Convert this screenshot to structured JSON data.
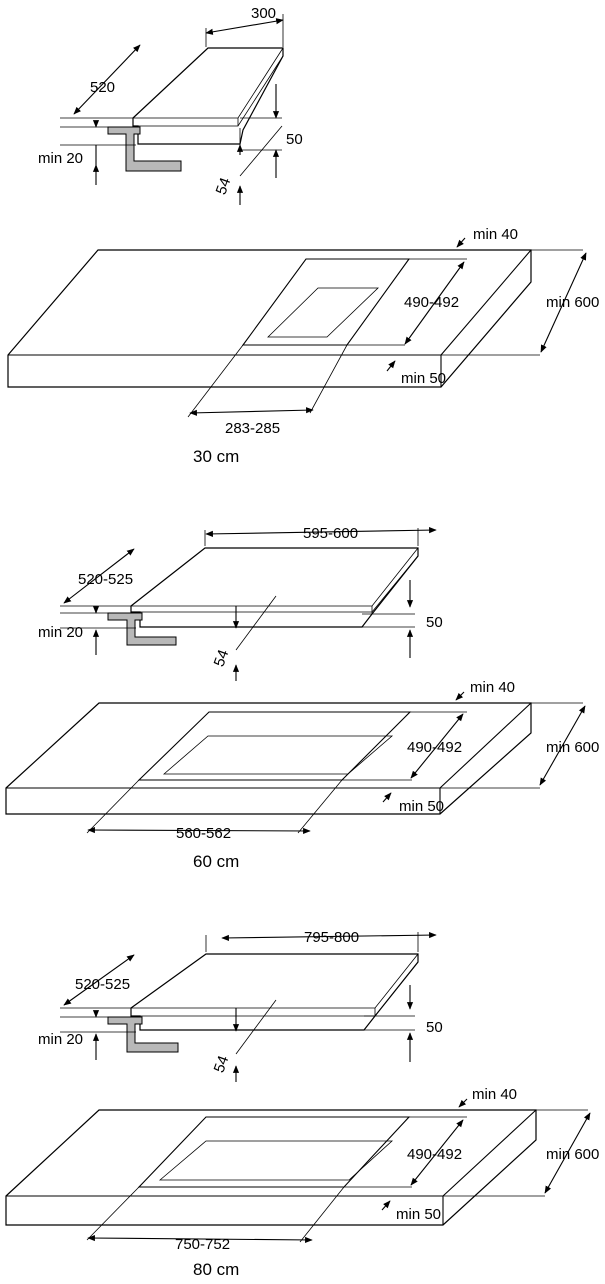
{
  "sections": [
    {
      "caption": "30 cm",
      "hob": {
        "width": "300",
        "depth": "520",
        "thickness": "50",
        "depth_below": "54",
        "min_above": "min 20"
      },
      "counter": {
        "cut_depth": "490-492",
        "cut_width": "283-285",
        "rear": "min 40",
        "front": "min 50",
        "counter_depth": "min 600"
      }
    },
    {
      "caption": "60 cm",
      "hob": {
        "width": "595-600",
        "depth": "520-525",
        "thickness": "50",
        "depth_below": "54",
        "min_above": "min 20"
      },
      "counter": {
        "cut_depth": "490-492",
        "cut_width": "560-562",
        "rear": "min 40",
        "front": "min 50",
        "counter_depth": "min 600"
      }
    },
    {
      "caption": "80 cm",
      "hob": {
        "width": "795-800",
        "depth": "520-525",
        "thickness": "50",
        "depth_below": "54",
        "min_above": "min 20"
      },
      "counter": {
        "cut_depth": "490-492",
        "cut_width": "750-752",
        "rear": "min 40",
        "front": "min 50",
        "counter_depth": "min 600"
      }
    }
  ]
}
